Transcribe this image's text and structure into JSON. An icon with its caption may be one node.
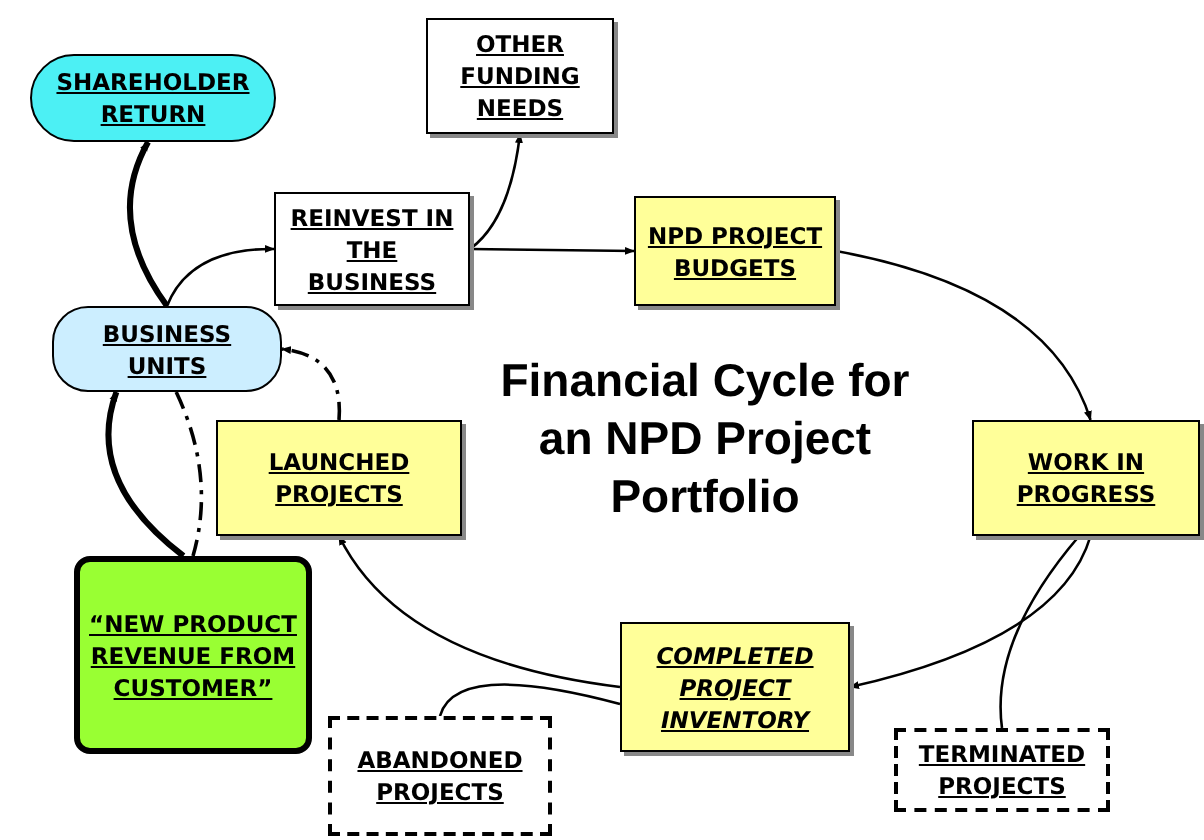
{
  "diagram": {
    "title": "Financial Cycle for an NPD Project Portfolio",
    "nodes": [
      {
        "text": [
          "SHAREHOLDER RETURN"
        ]
      },
      {
        "text": [
          "OTHER FUNDING NEEDS"
        ]
      },
      {
        "text": [
          "REINVEST IN THE BUSINESS"
        ]
      },
      {
        "text": [
          "NPD PROJECT BUDGETS"
        ]
      },
      {
        "text": [
          "BUSINESS UNITS"
        ]
      },
      {
        "text": [
          "LAUNCHED PROJECTS"
        ]
      },
      {
        "text": [
          "WORK IN PROGRESS"
        ]
      },
      {
        "text": [
          "“NEW PRODUCT REVENUE FROM CUSTOMER”"
        ]
      },
      {
        "text": [
          "COMPLETED PROJECT INVENTORY"
        ]
      },
      {
        "text": [
          "ABANDONED PROJECTS"
        ]
      },
      {
        "text": [
          "TERMINATED PROJECTS"
        ]
      }
    ],
    "edges": [
      {
        "from": 4,
        "to": 0,
        "arrow": "to",
        "style": "thick"
      },
      {
        "from": 4,
        "to": 2,
        "arrow": "to"
      },
      {
        "from": 2,
        "to": 1,
        "arrow": "to"
      },
      {
        "from": 2,
        "to": 3,
        "arrow": "to"
      },
      {
        "from": 3,
        "to": 6,
        "arrow": "to"
      },
      {
        "from": 6,
        "to": 8,
        "arrow": "to"
      },
      {
        "from": 8,
        "to": 5,
        "arrow": "to"
      },
      {
        "from": 5,
        "to": 4,
        "arrow": "to",
        "style": "dashed"
      },
      {
        "from": 7,
        "to": 4,
        "arrow": "to",
        "style": "thick"
      },
      {
        "from": 4,
        "to": 7,
        "arrow": "none",
        "style": "dashed"
      },
      {
        "from": 6,
        "to": 10,
        "arrow": "none"
      },
      {
        "from": 8,
        "to": 9,
        "arrow": "none"
      }
    ]
  }
}
